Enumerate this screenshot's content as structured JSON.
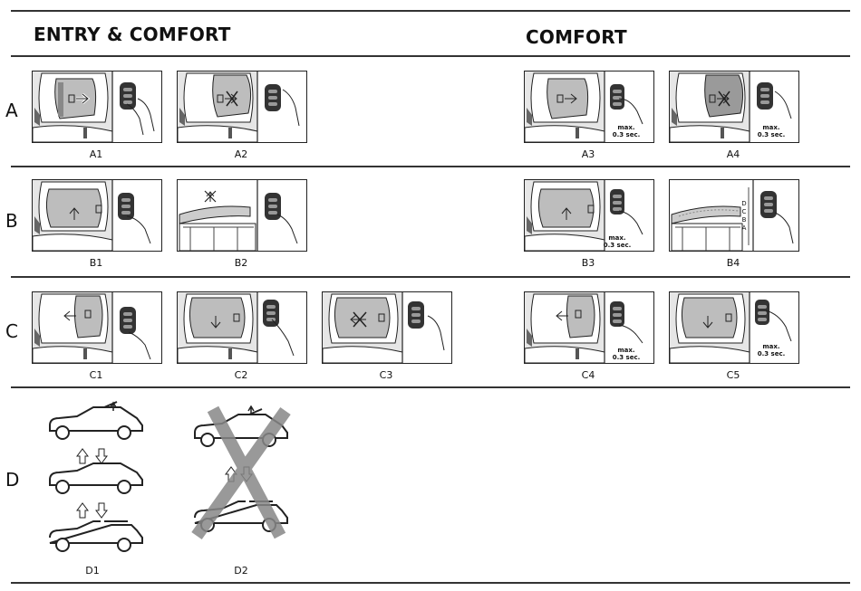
{
  "headers": {
    "left": "ENTRY & COMFORT",
    "right": "COMFORT"
  },
  "rows": [
    "A",
    "B",
    "C",
    "D"
  ],
  "max_text": [
    "max.",
    "0.3 sec."
  ],
  "panels": {
    "A1": "A1",
    "A2": "A2",
    "A3": "A3",
    "A4": "A4",
    "B1": "B1",
    "B2": "B2",
    "B3": "B3",
    "B4": "B4",
    "C1": "C1",
    "C2": "C2",
    "C3": "C3",
    "C4": "C4",
    "C5": "C5"
  },
  "b4_positions": [
    "D",
    "C",
    "B",
    "A"
  ],
  "d_captions": {
    "D1": "D1",
    "D2": "D2"
  }
}
